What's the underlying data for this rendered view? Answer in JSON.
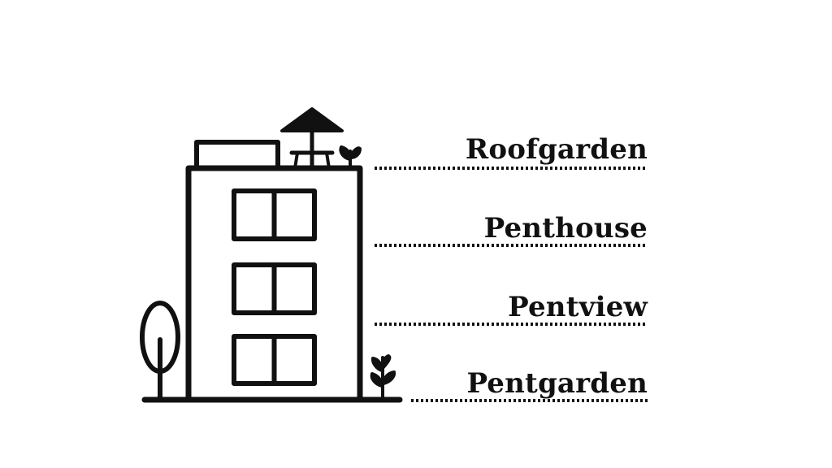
{
  "colors": {
    "ink": "#111111",
    "background": "#ffffff"
  },
  "floors": [
    {
      "label": "Roofgarden"
    },
    {
      "label": "Penthouse"
    },
    {
      "label": "Pentview"
    },
    {
      "label": "Pentgarden"
    }
  ]
}
